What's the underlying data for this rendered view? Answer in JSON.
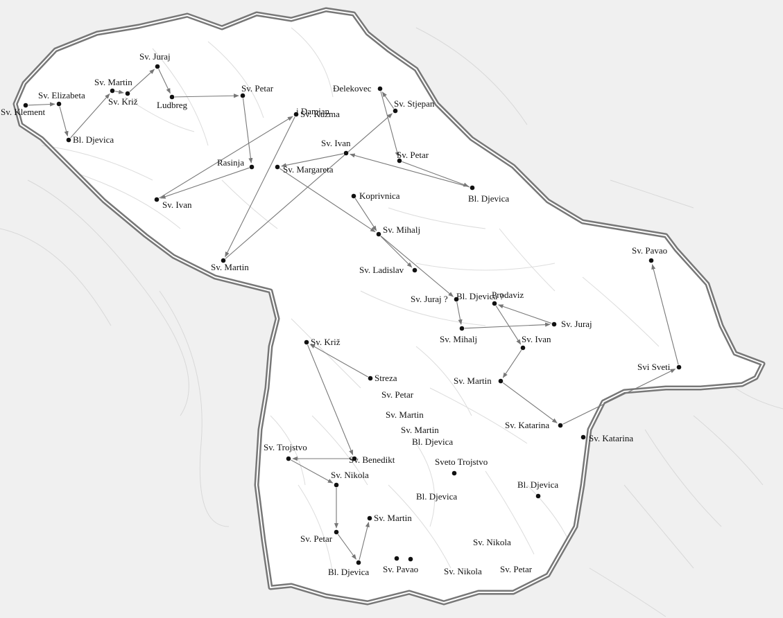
{
  "map": {
    "places": [
      {
        "id": "klement",
        "label": "Sv. Klement",
        "dot": true
      },
      {
        "id": "elizabeta",
        "label": "Sv. Elizabeta",
        "dot": true
      },
      {
        "id": "martin_nw",
        "label": "Sv. Martin",
        "dot": true
      },
      {
        "id": "kriz_nw",
        "label": "Sv. Križ",
        "dot": true
      },
      {
        "id": "juraj_nw",
        "label": "Sv. Juraj",
        "dot": true
      },
      {
        "id": "ludbreg",
        "label": "Ludbreg",
        "dot": true
      },
      {
        "id": "petar_n",
        "label": "Sv. Petar",
        "dot": true
      },
      {
        "id": "djevica_w",
        "label": "Bl. Djevica",
        "dot": true
      },
      {
        "id": "kuzma",
        "label": "Sv. Kuzma",
        "dot": true
      },
      {
        "id": "kuzma2",
        "label": "i Damjan",
        "dot": false
      },
      {
        "id": "rasinja",
        "label": "Rasinja",
        "dot": true
      },
      {
        "id": "ivan_w",
        "label": "Sv. Ivan",
        "dot": true
      },
      {
        "id": "martin_w",
        "label": "Sv. Martin",
        "dot": true
      },
      {
        "id": "djelekovec",
        "label": "Đelekovec",
        "dot": true
      },
      {
        "id": "stjepan",
        "label": "Sv. Stjepan",
        "dot": true
      },
      {
        "id": "ivan_c",
        "label": "Sv. Ivan",
        "dot": true
      },
      {
        "id": "margareta",
        "label": "Sv. Margareta",
        "dot": true
      },
      {
        "id": "petar_c",
        "label": "Sv. Petar",
        "dot": true
      },
      {
        "id": "djevica_ne",
        "label": "Bl. Djevica",
        "dot": true
      },
      {
        "id": "koprivnica",
        "label": "Koprivnica",
        "dot": true
      },
      {
        "id": "mihalj_c",
        "label": "Sv. Mihalj",
        "dot": true
      },
      {
        "id": "ladislav",
        "label": "Sv. Ladislav",
        "dot": true
      },
      {
        "id": "juraj_q",
        "label": "Sv. Juraj ?",
        "dot": true
      },
      {
        "id": "djevica_q",
        "label": "Bl. Djevica ?",
        "dot": false
      },
      {
        "id": "mihalj_s",
        "label": "Sv. Mihalj",
        "dot": true
      },
      {
        "id": "prodaviz",
        "label": "Prodaviz",
        "dot": true
      },
      {
        "id": "juraj_e",
        "label": "Sv. Juraj",
        "dot": true
      },
      {
        "id": "ivan_e",
        "label": "Sv. Ivan",
        "dot": true
      },
      {
        "id": "martin_e",
        "label": "Sv. Martin",
        "dot": true
      },
      {
        "id": "pavao_e",
        "label": "Sv. Pavao",
        "dot": true
      },
      {
        "id": "svisveti",
        "label": "Svi Sveti",
        "dot": true
      },
      {
        "id": "katarina1",
        "label": "Sv. Katarina",
        "dot": true
      },
      {
        "id": "katarina2",
        "label": "Sv. Katarina",
        "dot": true
      },
      {
        "id": "kriz_s",
        "label": "Sv. Križ",
        "dot": true
      },
      {
        "id": "streza",
        "label": "Streza",
        "dot": true
      },
      {
        "id": "petar_s",
        "label": "Sv. Petar",
        "dot": false
      },
      {
        "id": "martin_s1",
        "label": "Sv. Martin",
        "dot": false
      },
      {
        "id": "martin_s2",
        "label": "Sv. Martin",
        "dot": false
      },
      {
        "id": "djevica_s1",
        "label": "Bl. Djevica",
        "dot": false
      },
      {
        "id": "trojstvo_w",
        "label": "Sv. Trojstvo",
        "dot": true
      },
      {
        "id": "benedikt",
        "label": "Sv. Benedikt",
        "dot": true
      },
      {
        "id": "nikola_w",
        "label": "Sv. Nikola",
        "dot": true
      },
      {
        "id": "sveto_trojstvo",
        "label": "Sveto Trojstvo",
        "dot": true
      },
      {
        "id": "djevica_s2",
        "label": "Bl. Djevica",
        "dot": false
      },
      {
        "id": "djevica_se",
        "label": "Bl. Djevica",
        "dot": true
      },
      {
        "id": "martin_sw",
        "label": "Sv. Martin",
        "dot": true
      },
      {
        "id": "petar_sw",
        "label": "Sv. Petar",
        "dot": true
      },
      {
        "id": "djevica_sw",
        "label": "Bl. Djevica",
        "dot": true
      },
      {
        "id": "pavao_s",
        "label": "Sv. Pavao",
        "dot": true
      },
      {
        "id": "pavao_s_dot",
        "label": "",
        "dot": true
      },
      {
        "id": "nikola_s1",
        "label": "Sv. Nikola",
        "dot": false
      },
      {
        "id": "nikola_s2",
        "label": "Sv. Nikola",
        "dot": false
      },
      {
        "id": "petar_se",
        "label": "Sv. Petar",
        "dot": false
      }
    ],
    "routes": [
      [
        "klement",
        "elizabeta"
      ],
      [
        "elizabeta",
        "djevica_w"
      ],
      [
        "djevica_w",
        "martin_nw"
      ],
      [
        "martin_nw",
        "kriz_nw"
      ],
      [
        "kriz_nw",
        "juraj_nw"
      ],
      [
        "juraj_nw",
        "ludbreg"
      ],
      [
        "ludbreg",
        "petar_n"
      ],
      [
        "petar_n",
        "rasinja"
      ],
      [
        "rasinja",
        "ivan_w"
      ],
      [
        "ivan_w",
        "kuzma"
      ],
      [
        "kuzma",
        "martin_w"
      ],
      [
        "martin_w",
        "stjepan"
      ],
      [
        "stjepan",
        "djelekovec"
      ],
      [
        "djelekovec",
        "petar_c"
      ],
      [
        "petar_c",
        "djevica_ne"
      ],
      [
        "djevica_ne",
        "ivan_c"
      ],
      [
        "ivan_c",
        "margareta"
      ],
      [
        "margareta",
        "mihalj_c"
      ],
      [
        "koprivnica",
        "mihalj_c"
      ],
      [
        "mihalj_c",
        "ladislav"
      ],
      [
        "mihalj_c",
        "juraj_q"
      ],
      [
        "juraj_q",
        "mihalj_s"
      ],
      [
        "mihalj_s",
        "juraj_e"
      ],
      [
        "juraj_e",
        "prodaviz"
      ],
      [
        "prodaviz",
        "ivan_e"
      ],
      [
        "ivan_e",
        "martin_e"
      ],
      [
        "martin_e",
        "katarina1"
      ],
      [
        "katarina1",
        "svisveti"
      ],
      [
        "svisveti",
        "pavao_e"
      ],
      [
        "streza",
        "kriz_s"
      ],
      [
        "kriz_s",
        "benedikt"
      ],
      [
        "benedikt",
        "trojstvo_w"
      ],
      [
        "trojstvo_w",
        "nikola_w"
      ],
      [
        "nikola_w",
        "petar_sw"
      ],
      [
        "petar_sw",
        "djevica_sw"
      ],
      [
        "djevica_sw",
        "martin_sw"
      ]
    ]
  }
}
